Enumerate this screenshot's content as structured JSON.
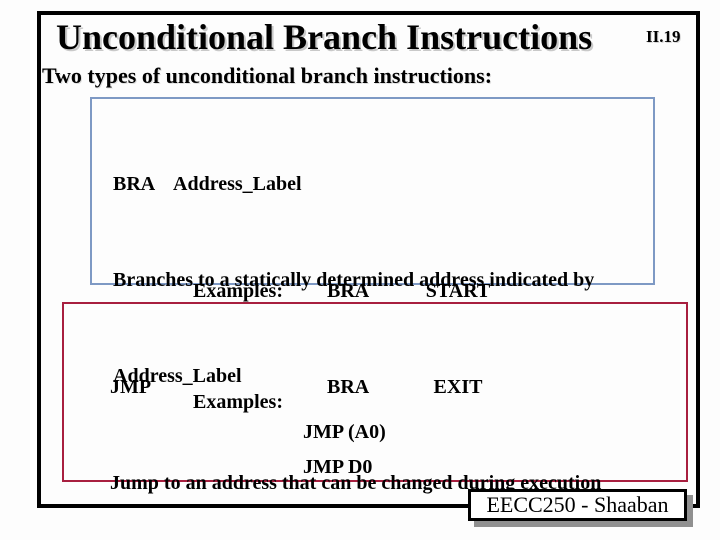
{
  "slide": {
    "title": "Unconditional Branch Instructions",
    "slide_number": "II.19",
    "subtitle": "Two types of unconditional branch instructions:",
    "bra_box": {
      "line1": "BRA    Address_Label",
      "line2": "Branches to a statically determined address indicated by",
      "line3": "Address_Label",
      "examples_label": "Examples:",
      "examples": [
        {
          "mnemonic": "BRA",
          "operand": "START"
        },
        {
          "mnemonic": "BRA",
          "operand": "EXIT"
        }
      ]
    },
    "jmp_box": {
      "line1": "JMP",
      "line2": "Jump to an address that can be changed during execution",
      "examples_label": "Examples:",
      "examples": [
        "JMP (A0)",
        "JMP D0"
      ]
    },
    "footer": "EECC250 - Shaaban",
    "colors": {
      "frame_border": "#000000",
      "bra_box_border": "#7e99c4",
      "jmp_box_border": "#a81f3f",
      "footer_shadow": "#909090",
      "text": "#000000",
      "background": "#fdfdfd"
    }
  }
}
